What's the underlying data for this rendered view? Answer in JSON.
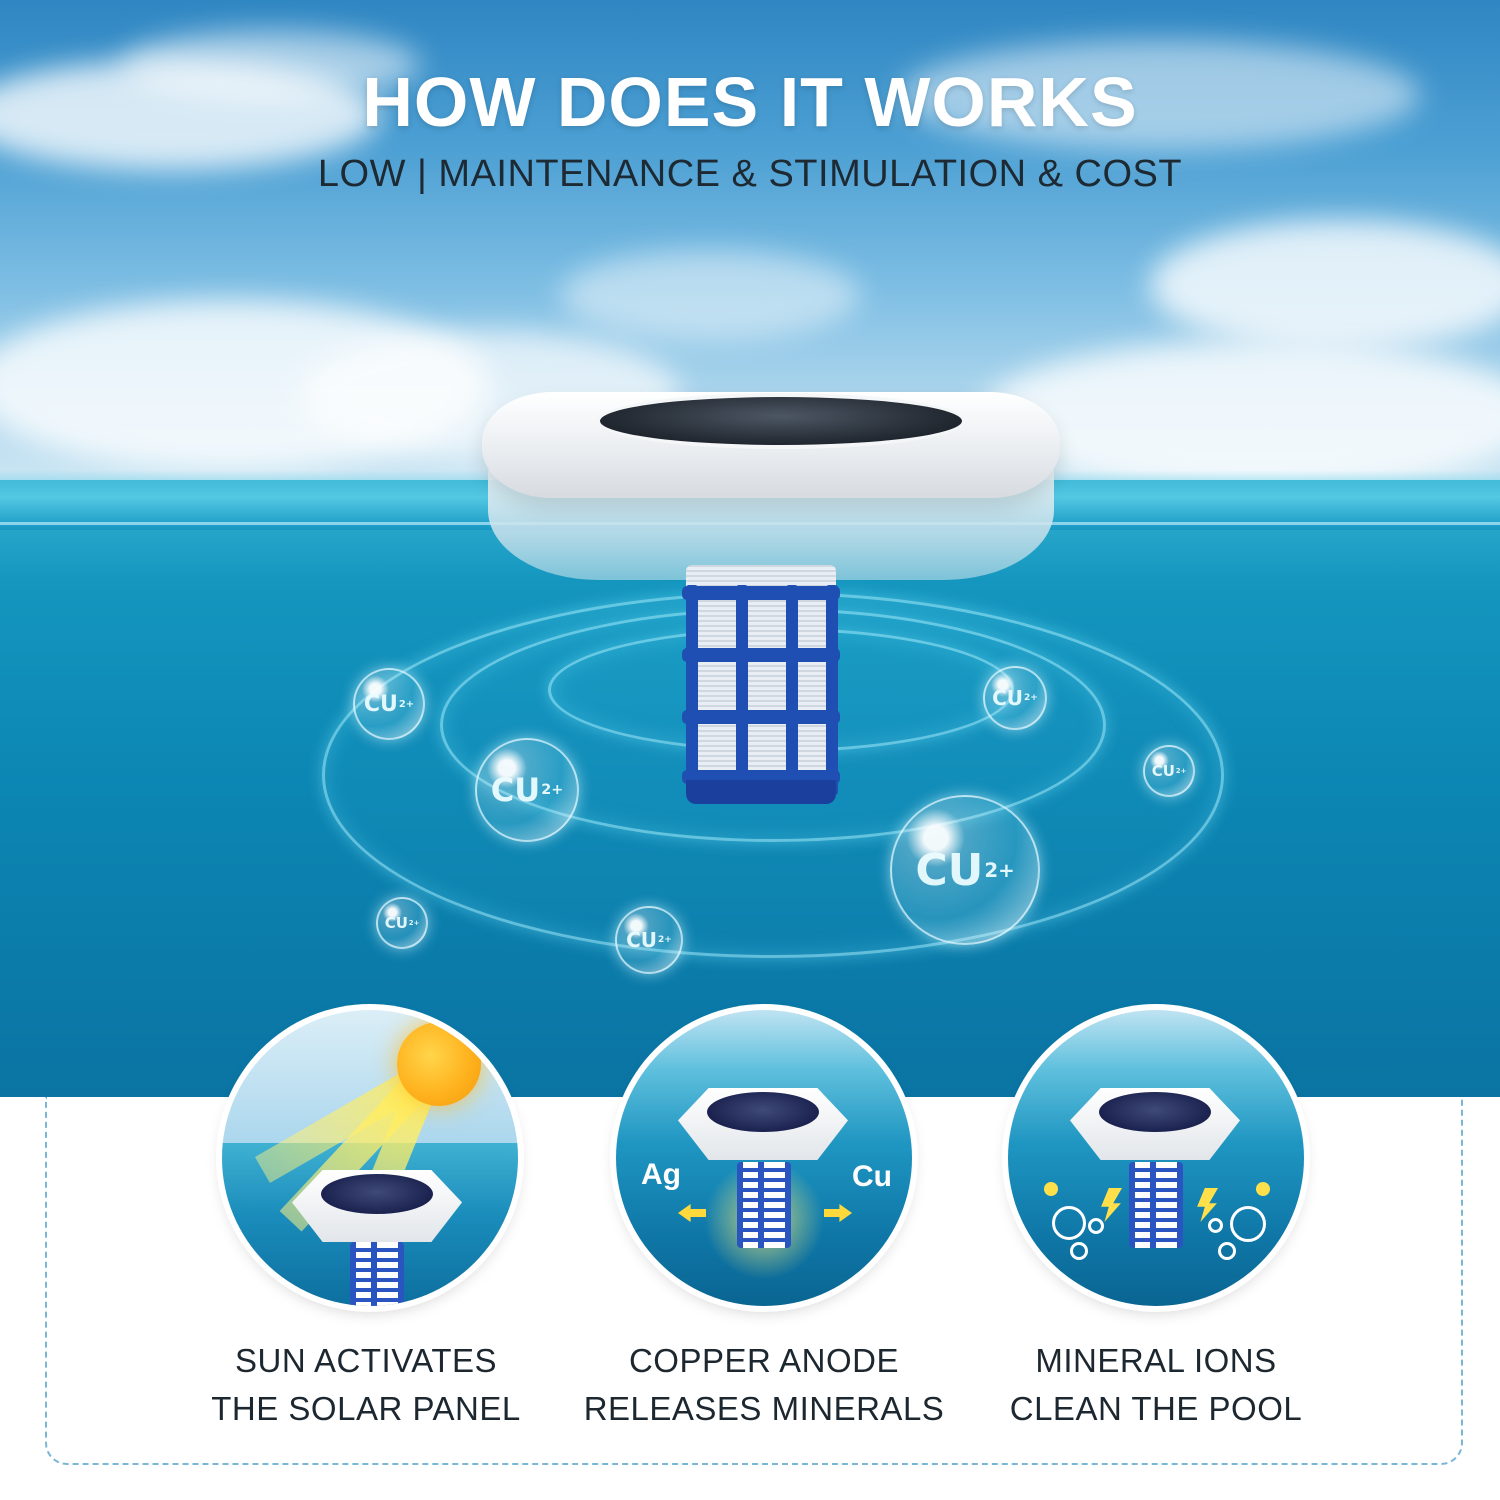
{
  "header": {
    "title": "HOW DOES IT WORKS",
    "subtitle": "LOW | MAINTENANCE & STIMULATION & COST"
  },
  "hero": {
    "ion_symbol": "CU",
    "ion_charge": "2+"
  },
  "steps": [
    {
      "line1": "SUN ACTIVATES",
      "line2": "THE SOLAR PANEL"
    },
    {
      "line1": "COPPER ANODE",
      "line2": "RELEASES MINERALS",
      "left_ion": "Ag",
      "right_ion": "Cu"
    },
    {
      "line1": "MINERAL IONS",
      "line2": "CLEAN THE POOL"
    }
  ],
  "colors": {
    "cage_blue": "#1f4fb2",
    "panel_border": "#7ab7d6",
    "accent_yellow": "#ffd93b"
  }
}
